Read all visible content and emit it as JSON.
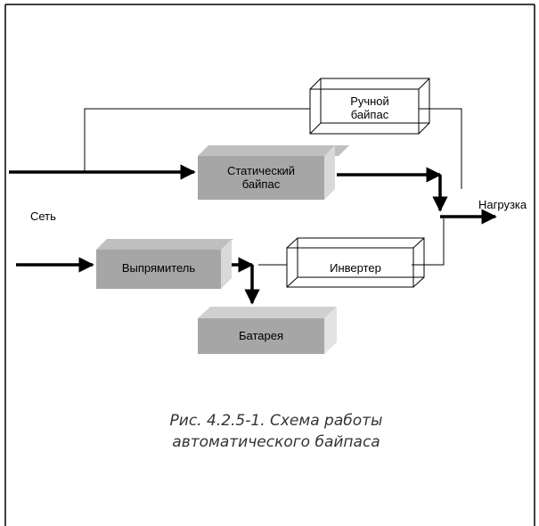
{
  "diagram": {
    "blocks": {
      "manual_bypass_line1": "Ручной",
      "manual_bypass_line2": "байпас",
      "static_bypass_line1": "Статический",
      "static_bypass_line2": "байпас",
      "rectifier": "Выпрямитель",
      "inverter": "Инвертер",
      "battery": "Батарея"
    },
    "labels": {
      "mains": "Сеть",
      "load": "Нагрузка"
    },
    "caption": {
      "line1": "Рис. 4.2.5-1. Схема работы",
      "line2": "автоматического байпаса"
    },
    "colors": {
      "shaded_block_front": "#a6a6a6",
      "shaded_block_side": "#d9d9d9",
      "shaded_block_top": "#bfbfbf",
      "line": "#000000"
    }
  }
}
